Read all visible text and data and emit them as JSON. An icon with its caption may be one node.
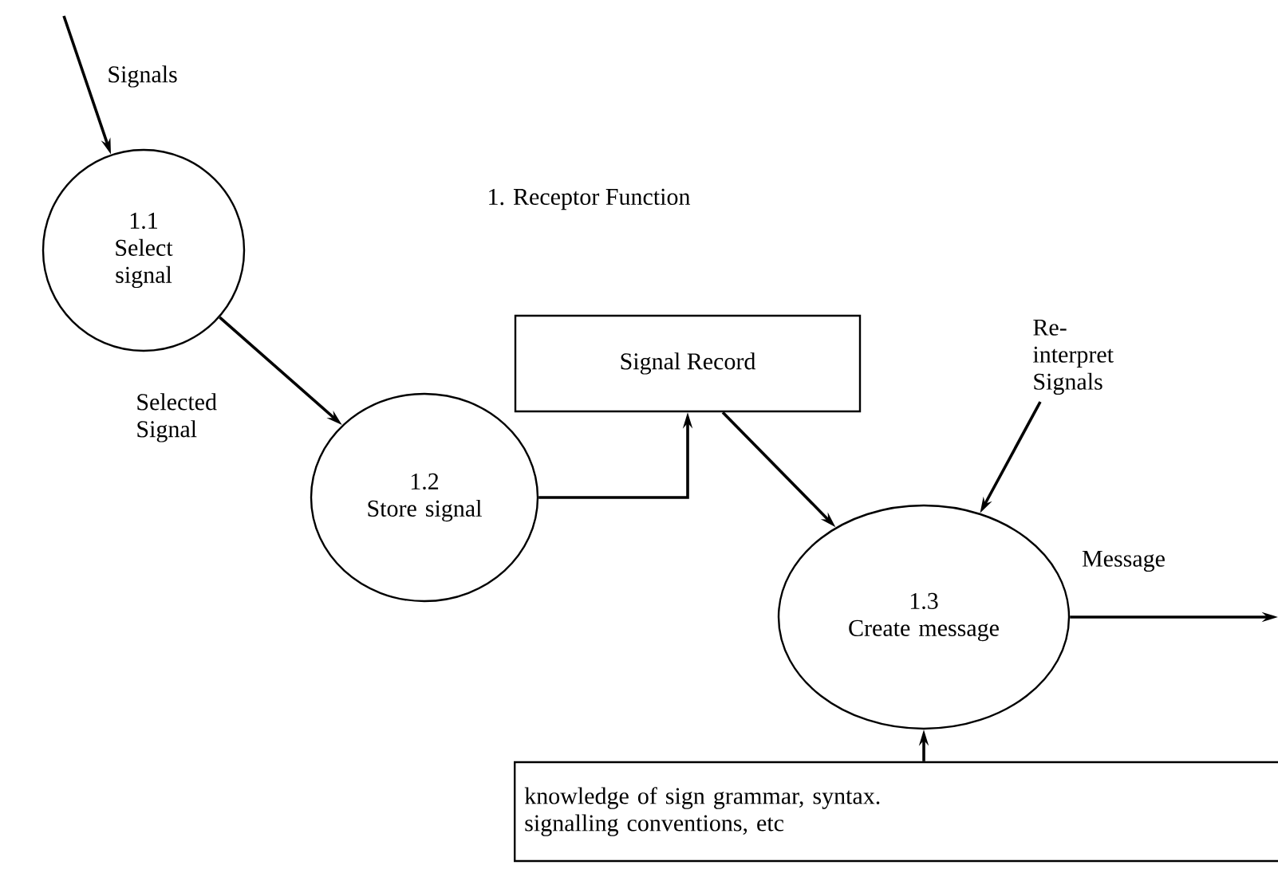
{
  "diagram": {
    "nodes": [
      {
        "text": [
          "1.1",
          "Select signal"
        ]
      },
      {
        "text": [
          "1.2",
          "Store signal"
        ]
      },
      {
        "text": [
          "Signal Record"
        ]
      },
      {
        "text": [
          "1.3",
          "Create message"
        ]
      },
      {
        "text": [
          "knowledge of sign grammar, syntax. signalling conventions, etc"
        ]
      }
    ],
    "edges": [
      {
        "from": null,
        "to": 0,
        "arrow": "to",
        "label": "Signals"
      },
      {
        "from": 0,
        "to": 1,
        "arrow": "to",
        "label": "Selected Signal"
      },
      {
        "from": 1,
        "to": 2,
        "arrow": "to"
      },
      {
        "from": 2,
        "to": 3,
        "arrow": "to"
      },
      {
        "from": null,
        "to": 3,
        "arrow": "to",
        "label": "Re-interpret Signals"
      },
      {
        "from": 3,
        "to": null,
        "arrow": "to",
        "label": "Message"
      },
      {
        "from": 4,
        "to": 3,
        "arrow": "to"
      }
    ],
    "labels": [
      "1. Receptor Function"
    ]
  }
}
